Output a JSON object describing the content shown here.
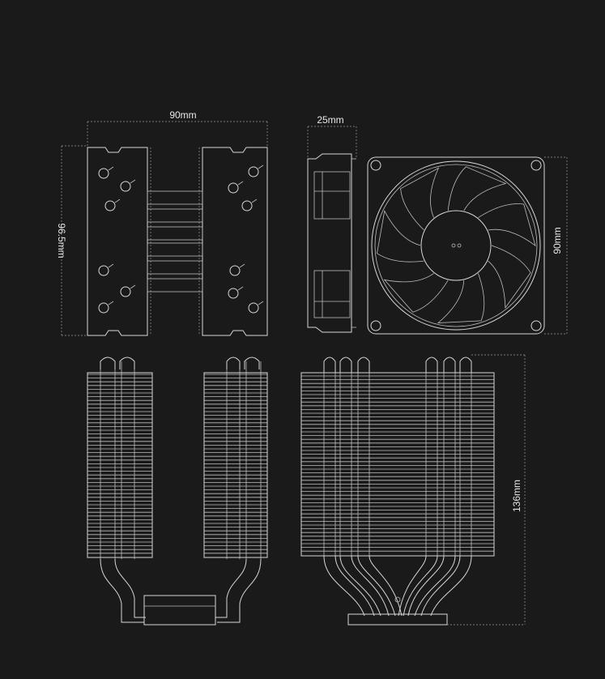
{
  "dimensions": {
    "heatsink_width": "90mm",
    "heatsink_depth": "96.5mm",
    "fan_thickness": "25mm",
    "fan_size": "90mm",
    "cooler_height": "136mm"
  },
  "colors": {
    "background": "#1a1a1a",
    "line": "#d6d6d6",
    "dimension_line": "#9a9a9a",
    "text": "#e8e8e8"
  }
}
